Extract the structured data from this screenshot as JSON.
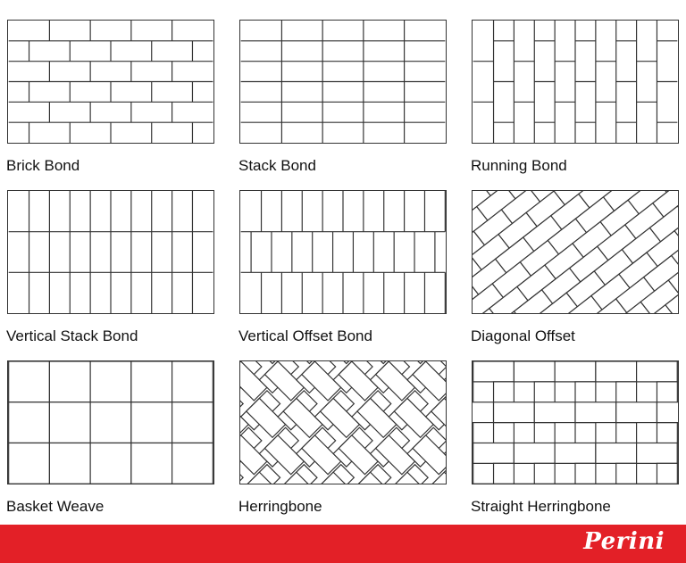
{
  "patterns": [
    {
      "id": "brick-bond",
      "label": "Brick Bond"
    },
    {
      "id": "stack-bond",
      "label": "Stack Bond"
    },
    {
      "id": "running-bond",
      "label": "Running Bond"
    },
    {
      "id": "vertical-stack-bond",
      "label": "Vertical Stack Bond"
    },
    {
      "id": "vertical-offset-bond",
      "label": "Vertical Offset Bond"
    },
    {
      "id": "diagonal-offset",
      "label": "Diagonal Offset"
    },
    {
      "id": "basket-weave",
      "label": "Basket Weave"
    },
    {
      "id": "herringbone",
      "label": "Herringbone"
    },
    {
      "id": "straight-herringbone",
      "label": "Straight Herringbone"
    }
  ],
  "footer": {
    "brand": "Perini",
    "color": "#e32027"
  },
  "line_color": "#333333"
}
